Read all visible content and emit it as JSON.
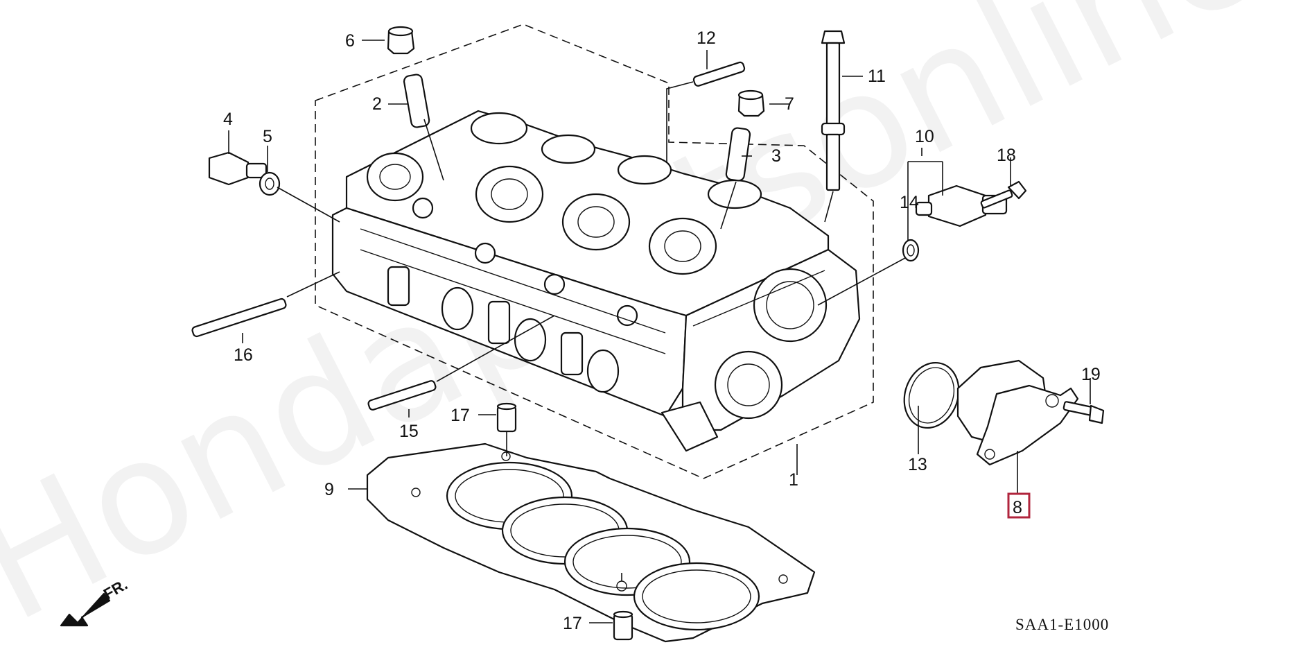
{
  "watermark": "Hondapartsonline.ru",
  "diagram_code": "SAA1-E1000",
  "direction_label": "FR.",
  "highlighted_callout": "8",
  "highlight_color": "#b0243c",
  "callouts": {
    "c1": "1",
    "c2": "2",
    "c3": "3",
    "c4": "4",
    "c5": "5",
    "c6": "6",
    "c7": "7",
    "c8": "8",
    "c9": "9",
    "c10": "10",
    "c11": "11",
    "c12": "12",
    "c13": "13",
    "c14": "14",
    "c15": "15",
    "c16": "16",
    "c17a": "17",
    "c17b": "17",
    "c18": "18",
    "c19": "19"
  },
  "parts": {
    "cylinder_head": "cylinder-head",
    "head_gasket": "head-gasket",
    "thermostat_housing": "thermostat-housing",
    "sensor": "sensor"
  }
}
